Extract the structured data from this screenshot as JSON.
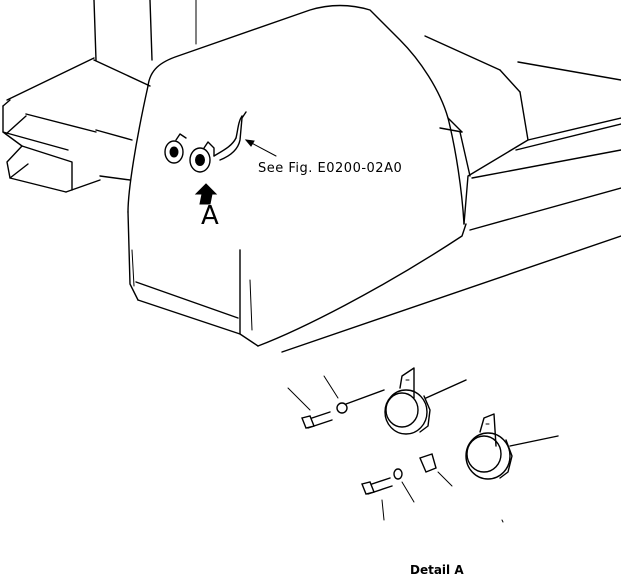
{
  "labels": {
    "reference": "See Fig. E0200-02A0",
    "view_letter": "A",
    "detail_title": "Detail A"
  },
  "colors": {
    "ink": "#000000",
    "paper": "#ffffff"
  }
}
